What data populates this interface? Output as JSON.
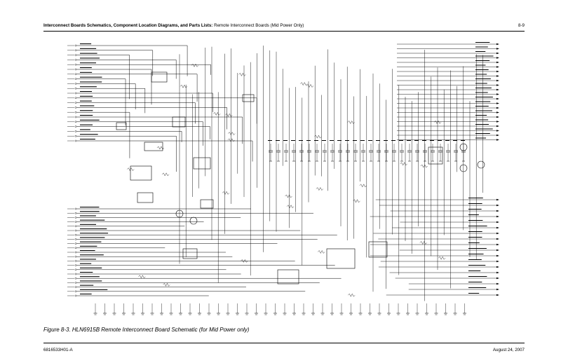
{
  "header": {
    "title_bold": "Interconnect Boards Schematics, Component Location Diagrams, and Parts Lists:",
    "title_rest": " Remote Interconnect Boards (Mid Power Only)",
    "page_number": "8-9"
  },
  "figure": {
    "caption": "Figure 8-3. HLN6915B Remote Interconnect Board Schematic (for Mid Power only)"
  },
  "footer": {
    "doc_number": "6816533H01-A",
    "date": "August 24, 2007"
  }
}
